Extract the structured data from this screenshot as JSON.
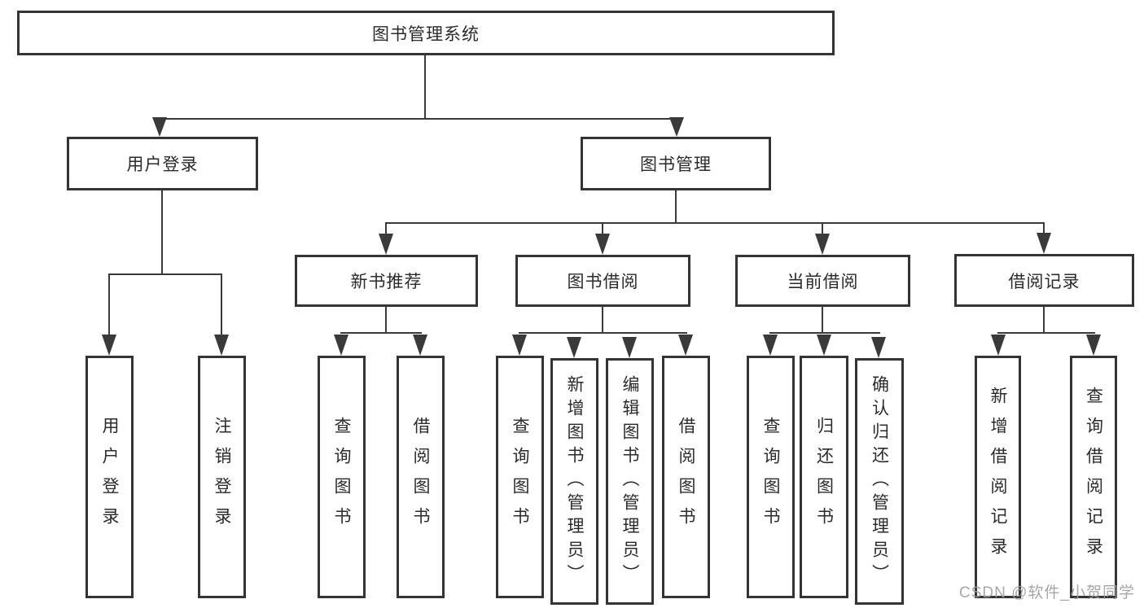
{
  "diagram": {
    "type": "hierarchy-tree",
    "tree": {
      "label": "图书管理系统",
      "children": [
        {
          "label": "用户登录",
          "children": [
            {
              "label": "用户登录"
            },
            {
              "label": "注销登录"
            }
          ]
        },
        {
          "label": "图书管理",
          "children": [
            {
              "label": "新书推荐",
              "children": [
                {
                  "label": "查询图书"
                },
                {
                  "label": "借阅图书"
                }
              ]
            },
            {
              "label": "图书借阅",
              "children": [
                {
                  "label": "查询图书"
                },
                {
                  "label": "新增图书（管理员）"
                },
                {
                  "label": "编辑图书（管理员）"
                },
                {
                  "label": "借阅图书"
                }
              ]
            },
            {
              "label": "当前借阅",
              "children": [
                {
                  "label": "查询图书"
                },
                {
                  "label": "归还图书"
                },
                {
                  "label": "确认归还（管理员）"
                }
              ]
            },
            {
              "label": "借阅记录",
              "children": [
                {
                  "label": "新增借阅记录"
                },
                {
                  "label": "查询借阅记录"
                }
              ]
            }
          ]
        }
      ]
    },
    "colors": {
      "box_border": "#343434",
      "line": "#3a3a3a",
      "text": "#2b2b2b",
      "watermark": "#9d9d9d",
      "background": "#ffffff"
    }
  },
  "watermark": {
    "text": "CSDN @软件_小贺同学"
  }
}
